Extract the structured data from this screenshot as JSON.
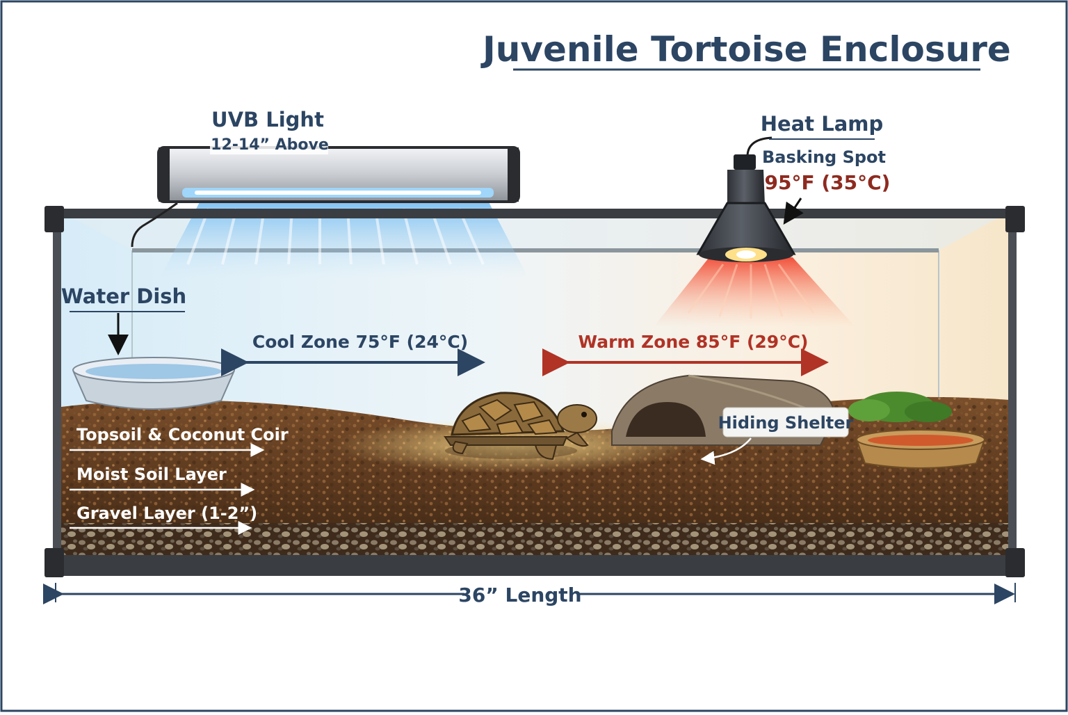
{
  "title": "Juvenile Tortoise Enclosure",
  "uvb": {
    "label": "UVB Light",
    "distance": "12-14” Above"
  },
  "heat_lamp": {
    "label": "Heat Lamp",
    "sublabel": "Basking Spot",
    "temperature": "95°F (35°C)"
  },
  "water_dish": {
    "label": "Water Dish"
  },
  "zones": {
    "cool": "Cool Zone 75°F (24°C)",
    "warm": "Warm Zone 85°F (29°C)"
  },
  "hiding_shelter": {
    "label": "Hiding Shelter"
  },
  "layers": [
    {
      "label": "Topsoil & Coconut Coir"
    },
    {
      "label": "Moist Soil Layer"
    },
    {
      "label": "Gravel Layer (1-2”)"
    }
  ],
  "dimension": {
    "label": "36” Length"
  },
  "colors": {
    "navy": "#2c4563",
    "warm_red": "#b03326",
    "frame": "#3a3d42",
    "substrate": "#6b4526",
    "uvb_glow": "#7fc4f5",
    "heat_glow": "#f0502a"
  }
}
